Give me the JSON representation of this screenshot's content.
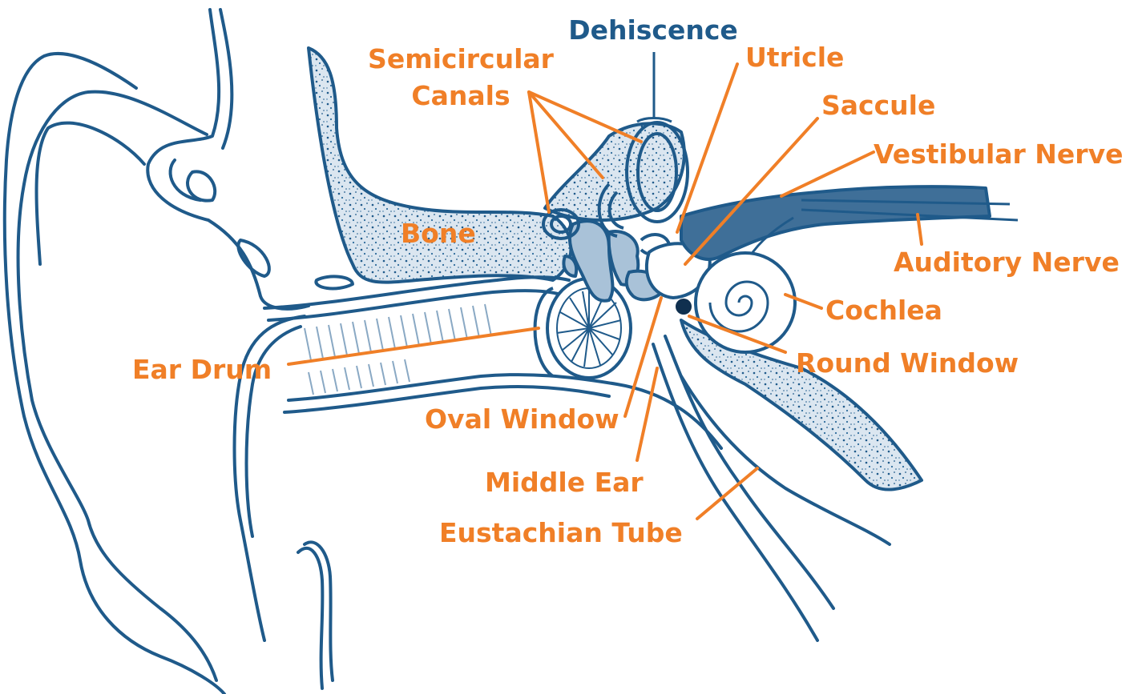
{
  "colors": {
    "outline": "#1f5a8a",
    "label_orange": "#f07f27",
    "label_blue": "#1f5a8a",
    "bone_fill": "#dbe6f0",
    "ossicle_fill": "#a9c2d8",
    "nerve_fill": "#3f6f98"
  },
  "labels": {
    "dehiscence": "Dehiscence",
    "semicircular_canals_line1": "Semicircular",
    "semicircular_canals_line2": "Canals",
    "utricle": "Utricle",
    "saccule": "Saccule",
    "vestibular_nerve": "Vestibular Nerve",
    "bone": "Bone",
    "auditory_nerve": "Auditory Nerve",
    "cochlea": "Cochlea",
    "ear_drum": "Ear Drum",
    "round_window": "Round Window",
    "oval_window": "Oval Window",
    "middle_ear": "Middle Ear",
    "eustachian_tube": "Eustachian Tube"
  }
}
